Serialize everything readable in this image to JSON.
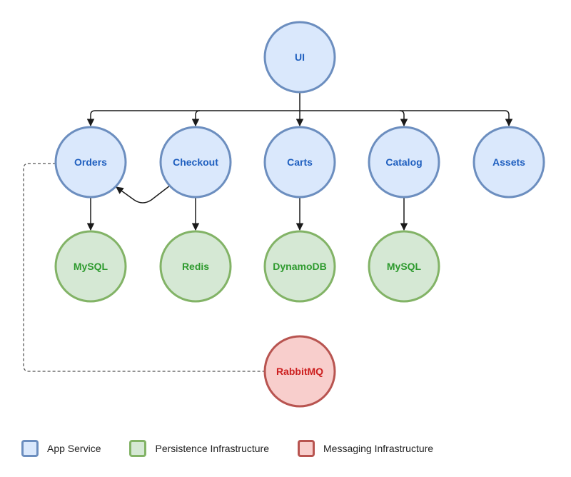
{
  "colors": {
    "app_fill": "#dae8fc",
    "app_stroke": "#6c8ebf",
    "app_text": "#1f5fbf",
    "persist_fill": "#d5e8d4",
    "persist_stroke": "#82b366",
    "persist_text": "#2e9a2e",
    "msg_fill": "#f8cecc",
    "msg_stroke": "#b85450",
    "msg_text": "#cc1f1f",
    "edge": "#1a1a1a",
    "dashed_edge": "#555555"
  },
  "nodes": {
    "ui": {
      "label": "UI"
    },
    "orders": {
      "label": "Orders"
    },
    "checkout": {
      "label": "Checkout"
    },
    "carts": {
      "label": "Carts"
    },
    "catalog": {
      "label": "Catalog"
    },
    "assets": {
      "label": "Assets"
    },
    "orders_db": {
      "label": "MySQL"
    },
    "checkout_db": {
      "label": "Redis"
    },
    "carts_db": {
      "label": "DynamoDB"
    },
    "catalog_db": {
      "label": "MySQL"
    },
    "queue": {
      "label": "RabbitMQ"
    }
  },
  "legend": {
    "app": "App Service",
    "persistence": "Persistence Infrastructure",
    "messaging": "Messaging Infrastructure"
  }
}
